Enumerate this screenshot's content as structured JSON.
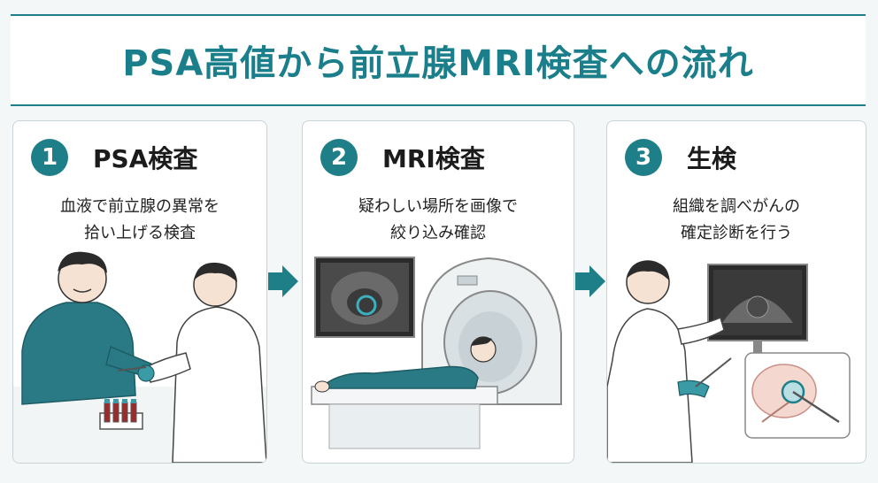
{
  "title": "PSA高値から前立腺MRI検査への流れ",
  "steps": [
    {
      "number": "1",
      "title": "PSA検査",
      "desc_lines": [
        "血液で前立腺の異常を",
        "拾い上げる検査"
      ]
    },
    {
      "number": "2",
      "title": "MRI検査",
      "desc_lines": [
        "疑わしい場所を画像で",
        "絞り込み確認"
      ]
    },
    {
      "number": "3",
      "title": "生検",
      "desc_lines": [
        "組織を調べがんの",
        "確定診断を行う"
      ]
    }
  ],
  "colors": {
    "accent": "#1f7f88",
    "patient_shirt": "#2a7a86",
    "glove": "#3a9aa6"
  },
  "icons": [
    "right-arrow-icon",
    "blood-test-tubes",
    "mri-scanner",
    "ultrasound-monitor"
  ]
}
